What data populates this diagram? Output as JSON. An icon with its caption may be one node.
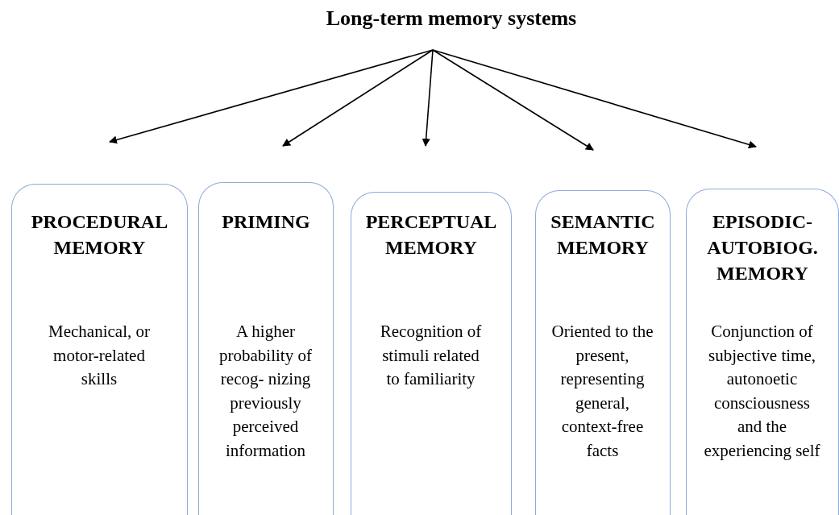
{
  "diagram": {
    "nodes": [
      {
        "text": [
          "Long-term memory systems"
        ]
      },
      {
        "text": [
          "PROCEDURAL MEMORY",
          "Mechanical, or motor-related skills"
        ]
      },
      {
        "text": [
          "PRIMING",
          "A higher probability of recog- nizing previously perceived information"
        ]
      },
      {
        "text": [
          "PERCEPTUAL MEMORY",
          "Recognition of stimuli related to familiarity"
        ]
      },
      {
        "text": [
          "SEMANTIC MEMORY",
          "Oriented to the present, representing general, context-free facts"
        ]
      },
      {
        "text": [
          "EPISODIC- AUTOBIOG. MEMORY",
          "Conjunction of subjective time, autonoetic consciousness and the experiencing self"
        ]
      }
    ],
    "edges": [
      {
        "from": 0,
        "to": 1,
        "arrow": "to"
      },
      {
        "from": 0,
        "to": 2,
        "arrow": "to"
      },
      {
        "from": 0,
        "to": 3,
        "arrow": "to"
      },
      {
        "from": 0,
        "to": 4,
        "arrow": "to"
      },
      {
        "from": 0,
        "to": 5,
        "arrow": "to"
      }
    ]
  }
}
